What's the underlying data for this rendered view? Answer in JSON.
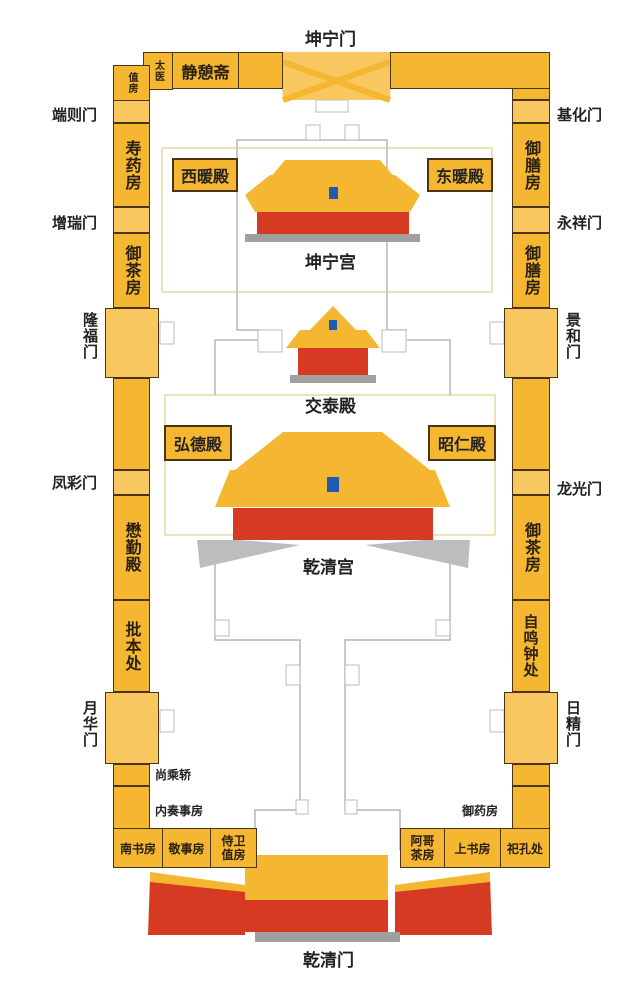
{
  "colors": {
    "roof": "#F5B731",
    "wall": "#F5B731",
    "hall": "#D63A22",
    "stone": "#A0A0A0",
    "plaque": "#1E5BB0"
  },
  "gates": {
    "north": "坤宁门",
    "south": "乾清门",
    "west": [
      "端则门",
      "增瑞门",
      "隆福门",
      "凤彩门",
      "月华门"
    ],
    "east": [
      "基化门",
      "永祥门",
      "景和门",
      "龙光门",
      "日精门"
    ]
  },
  "halls": {
    "kunning": "坤宁宫",
    "jiaotai": "交泰殿",
    "qianqing": "乾清宫"
  },
  "side_halls": {
    "west_warm": "西暖殿",
    "east_warm": "东暖殿",
    "hongde": "弘德殿",
    "zhaoren": "昭仁殿"
  },
  "top_rooms": {
    "taiyi_top": "太医",
    "taiyi_bottom": "值房",
    "jingqi": "静憩斋"
  },
  "west_rooms": [
    "寿药房",
    "御茶房",
    "懋勤殿",
    "批本处",
    "尚乘轿",
    "内奏事房"
  ],
  "east_rooms": [
    "御膳房",
    "御膳房",
    "御茶房",
    "自鸣钟处",
    "御药房"
  ],
  "bottom_rooms": {
    "west": [
      "南书房",
      "敬事房",
      "侍卫值房"
    ],
    "east": [
      "阿哥茶房",
      "上书房",
      "祀孔处"
    ]
  }
}
